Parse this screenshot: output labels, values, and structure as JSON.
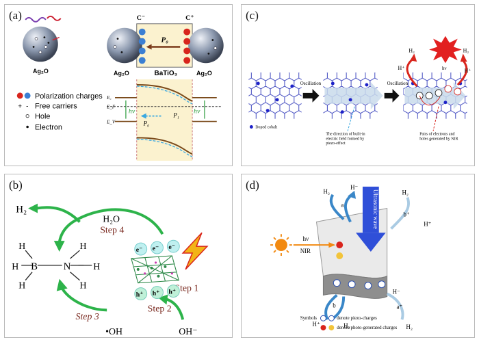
{
  "panel_a": {
    "label": "(a)",
    "ag2o_left": "Ag₂O",
    "ag2o_mid": "Ag₂O",
    "ag2o_right": "Ag₂O",
    "c_minus": "C⁻",
    "c_plus": "C⁺",
    "p0_box": "P₀",
    "batio3": "BaTiO₃",
    "legend_polarization": "Polarization charges",
    "legend_free_carriers": "Free carriers",
    "legend_hole": "Hole",
    "legend_electron": "Electron",
    "ec": "E꜀",
    "ef": "E_F",
    "ev": "E_V",
    "hv_left": "hν",
    "hv_right": "hν",
    "p0_band": "P₀",
    "p1_band": "P₁"
  },
  "panel_c": {
    "label": "(c)",
    "oscillation_1": "Oscillation",
    "oscillation_2": "Oscillation",
    "doped_cobalt": "Doped cobalt",
    "field_note_1": "The direction of built-in",
    "field_note_2": "electric field formed by",
    "field_note_3": "piezo-effect",
    "pairs_note_1": "Pairs of electrons and",
    "pairs_note_2": "holes generated by NIR",
    "hv": "hν",
    "h2_left": "H₂",
    "hplus_left": "H⁺",
    "h2_right": "H₂",
    "hplus_right": "H⁺"
  },
  "panel_b": {
    "label": "(b)",
    "h2": "H₂",
    "h2o": "H₂O",
    "step1": "Step 1",
    "step2": "Step 2",
    "step3": "Step 3",
    "step4": "Step 4",
    "oh_radical": "•OH",
    "oh_minus": "OH⁻",
    "atom_b": "B",
    "atom_n": "N",
    "atom_h": "H",
    "electron": "e⁻",
    "hole": "h⁺"
  },
  "panel_d": {
    "label": "(d)",
    "ultrasonic": "Ultrasonic wave",
    "hv": "hν",
    "nir": "NIR",
    "h2_tl": "H₂",
    "hminus_t": "H⁻",
    "h2_tr": "H₂",
    "hplus_r": "H⁺",
    "hplus_bl": "H⁺",
    "h2_b": "H₂",
    "hminus_br": "H⁻",
    "h2_br": "H₂",
    "a": "a",
    "b": "b",
    "a_plus": "a⁺",
    "b_plus": "b⁺",
    "symbols": "Symbols",
    "piezo_note": "denote piezo-charges",
    "photo_note": "denote photo-generated charges"
  },
  "colors": {
    "green_arrow": "#2db34a",
    "step_red": "#7a2a20",
    "cobalt": "#1e22c8",
    "lattice_blue": "#2b35b8",
    "red_charge": "#d9251d",
    "blue_charge": "#2a7fd0",
    "band_brown": "#7a4a1a",
    "sun_orange": "#f28a12"
  }
}
